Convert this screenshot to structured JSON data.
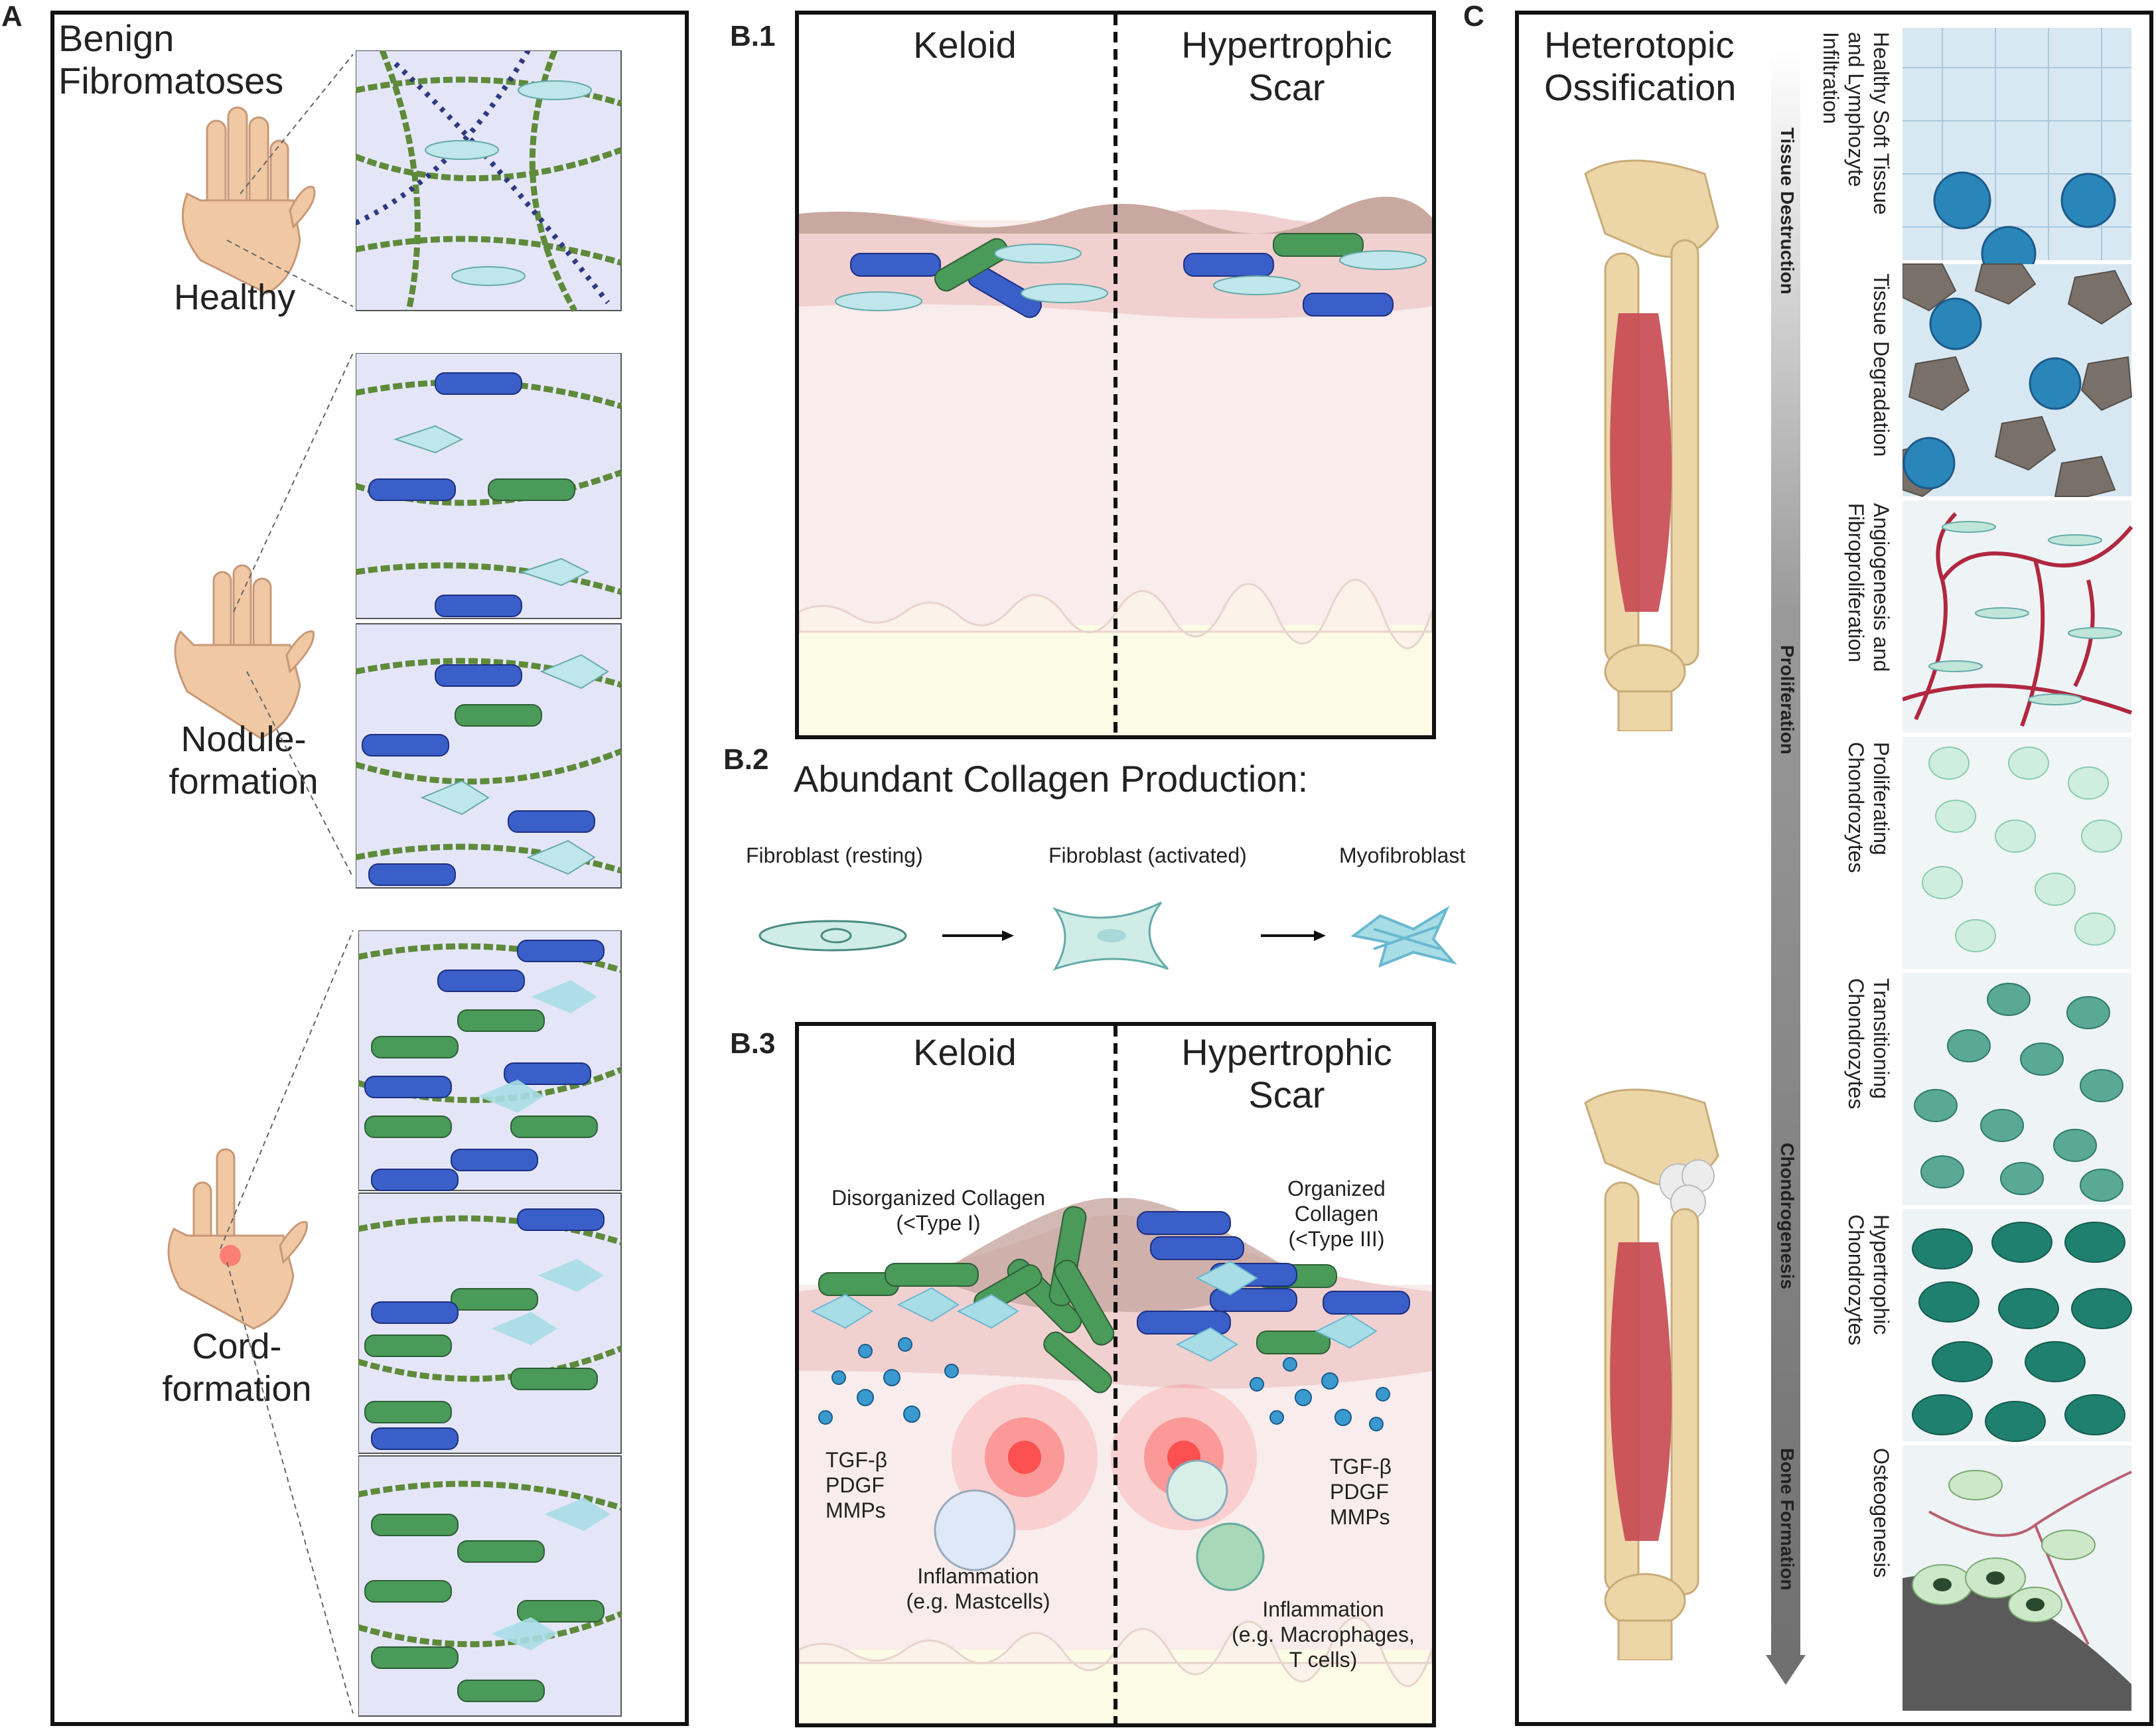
{
  "panels": {
    "a_letter": "A",
    "b1_label": "B.1",
    "b2_label": "B.2",
    "b3_label": "B.3",
    "c_letter": "C"
  },
  "panel_a": {
    "title_line1": "Benign",
    "title_line2": "Fibromatoses",
    "healthy": "Healthy",
    "nodule_line1": "Nodule-",
    "nodule_line2": "formation",
    "cord_line1": "Cord-",
    "cord_line2": "formation"
  },
  "panel_b1": {
    "keloid": "Keloid",
    "hyper_line1": "Hypertrophic",
    "hyper_line2": "Scar"
  },
  "panel_b2": {
    "title": "Abundant Collagen Production:",
    "resting": "Fibroblast (resting)",
    "activated": "Fibroblast (activated)",
    "myo": "Myofibroblast"
  },
  "panel_b3": {
    "keloid": "Keloid",
    "hyper_line1": "Hypertrophic",
    "hyper_line2": "Scar",
    "disorg_line1": "Disorganized Collagen",
    "disorg_line2": "(<Type I)",
    "org_line1": "Organized",
    "org_line2": "Collagen",
    "org_line3": "(<Type III)",
    "factors_left": [
      "TGF-β",
      "PDGF",
      "MMPs"
    ],
    "factors_right": [
      "TGF-β",
      "PDGF",
      "MMPs"
    ],
    "infl_left_line1": "Inflammation",
    "infl_left_line2": "(e.g. Mastcells)",
    "infl_right_line1": "Inflammation",
    "infl_right_line2": "(e.g. Macrophages,",
    "infl_right_line3": "T cells)"
  },
  "panel_c": {
    "title_line1": "Heterotopic",
    "title_line2": "Ossification",
    "arrow_stages": [
      "Tissue Destruction",
      "Proliferation",
      "Chondrogenesis",
      "Bone Formation"
    ],
    "tiles": [
      {
        "lines": [
          "Healthy Soft Tissue",
          "and Lymphozyte",
          "Infiltration"
        ]
      },
      {
        "lines": [
          "Tissue Degradation"
        ]
      },
      {
        "lines": [
          "Angiogenesis and",
          "Fibroproliferation"
        ]
      },
      {
        "lines": [
          "Proliferating",
          "Chondrozytes"
        ]
      },
      {
        "lines": [
          "Transitioning",
          "Chondrozytes"
        ]
      },
      {
        "lines": [
          "Hypertrophic",
          "Chondrozytes"
        ]
      },
      {
        "lines": [
          "Osteogenesis"
        ]
      }
    ]
  },
  "colors": {
    "collagen_blue": "#3a5fc8",
    "collagen_green": "#4a9a5a",
    "fibroblast": "#bfe6ea",
    "skin_pink": "#f4dcdc",
    "fat_yellow": "#fbfbe6",
    "muscle_red": "#c84850",
    "bone_tan": "#ecd6a8",
    "lymph_blue": "#2a86b8",
    "chondro_teal": "#3c9a8a",
    "inflammation_red": "#ff3030"
  }
}
